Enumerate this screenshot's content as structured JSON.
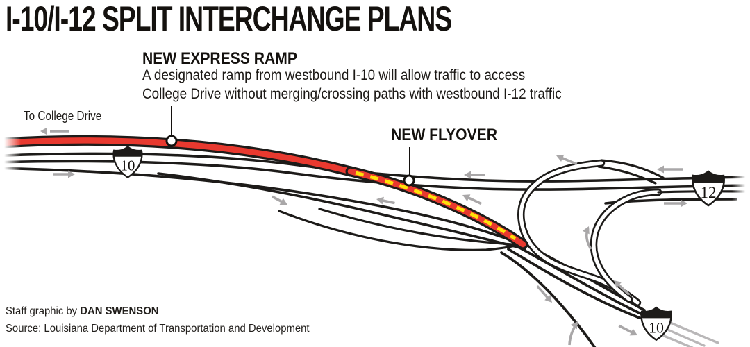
{
  "title": "I-10/I-12 SPLIT INTERCHANGE PLANS",
  "annotations": {
    "express_ramp": {
      "heading": "NEW EXPRESS RAMP",
      "line1": "A designated ramp from westbound I-10 will allow traffic to access",
      "line2": "College Drive without merging/crossing paths with westbound I-12 traffic"
    },
    "flyover": {
      "heading": "NEW FLYOVER"
    },
    "college_drive": {
      "label": "To College Drive"
    }
  },
  "shields": {
    "i10_west": "10",
    "i12_east": "12",
    "i10_south": "10"
  },
  "credits": {
    "prefix": "Staff graphic by ",
    "author": "DAN SWENSON",
    "source": "Source: Louisiana Department of Transportation and Development"
  },
  "colors": {
    "express_ramp_red": "#e8392f",
    "flyover_dash_yellow": "#ffe10a",
    "road_black": "#1d1b19",
    "arrow_gray": "#a9a7a8"
  }
}
